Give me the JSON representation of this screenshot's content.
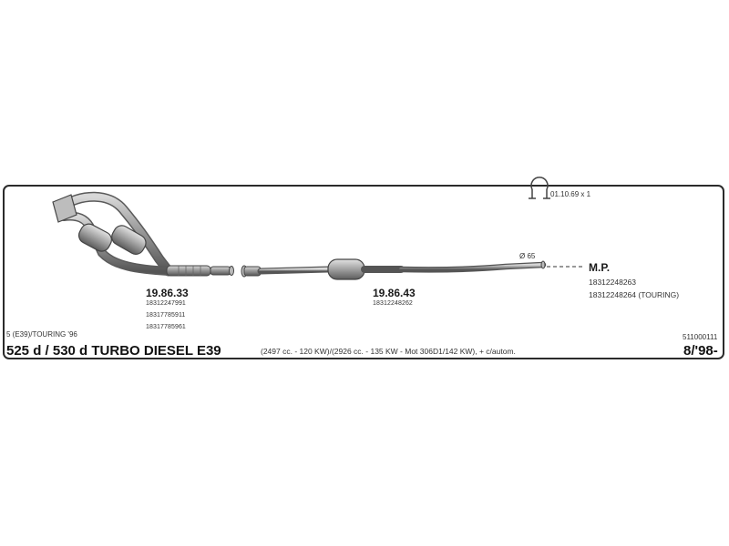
{
  "clamp": {
    "label": "01.10.69 x 1",
    "icon": "clamp-icon"
  },
  "diameter": {
    "label": "Ø 65"
  },
  "parts": [
    {
      "code": "19.86.33",
      "refs": [
        "18312247991",
        "18317785911",
        "18317785961"
      ]
    },
    {
      "code": "19.86.43",
      "refs": [
        "18312248262"
      ]
    }
  ],
  "mounting": {
    "code": "M.P.",
    "refs": [
      "18312248263",
      "18312248264 (TOURING)"
    ]
  },
  "model_line": "5 (E39)/TOURING '96",
  "catalog_number": "511000111",
  "title": "525 d / 530 d TURBO DIESEL E39",
  "specs": "(2497 cc. - 120 KW)/(2926 cc. - 135 KW - Mot 306D1/142 KW), + c/autom.",
  "date": "8/'98-",
  "colors": {
    "frame": "#2b2b2b",
    "pipe": "#8a8a8a",
    "pipe_dark": "#5a5a5a",
    "text": "#222222"
  }
}
